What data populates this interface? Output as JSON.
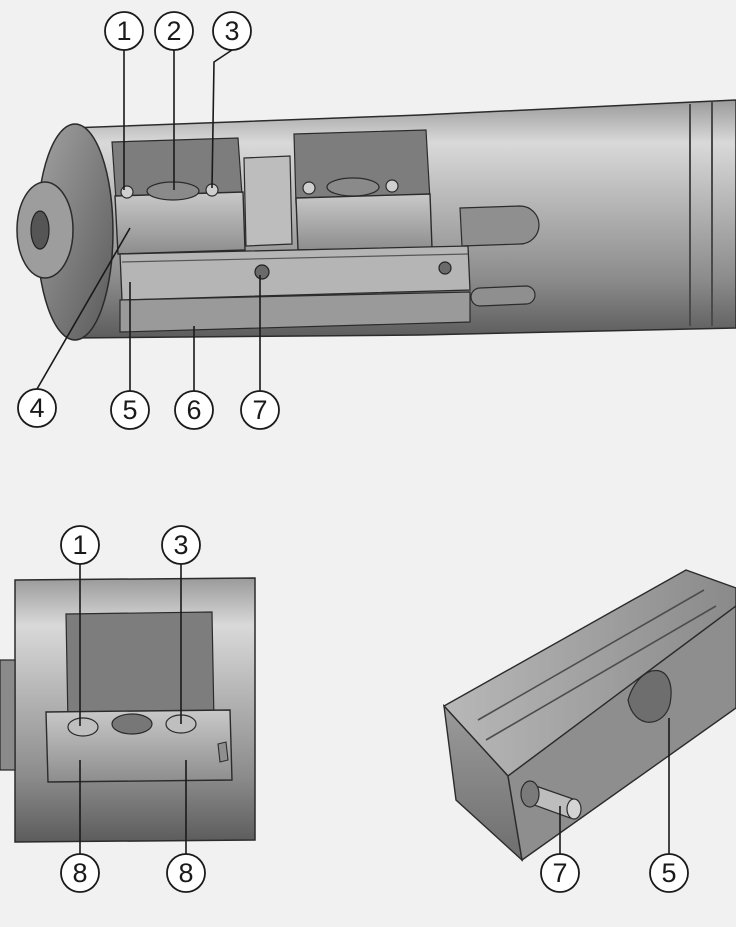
{
  "figure": {
    "views": [
      {
        "id": "assembly",
        "callouts": [
          {
            "label": "1"
          },
          {
            "label": "2"
          },
          {
            "label": "3"
          },
          {
            "label": "4"
          },
          {
            "label": "5"
          },
          {
            "label": "6"
          },
          {
            "label": "7"
          }
        ]
      },
      {
        "id": "detail",
        "callouts": [
          {
            "label": "1"
          },
          {
            "label": "3"
          },
          {
            "label": "8"
          },
          {
            "label": "8"
          }
        ]
      },
      {
        "id": "insert",
        "callouts": [
          {
            "label": "7"
          },
          {
            "label": "5"
          }
        ]
      }
    ]
  },
  "colors": {
    "background": "#f1f1f1",
    "metal_light": "#d8d8d8",
    "metal_mid": "#a9a9a9",
    "metal_dark": "#6e6e6e",
    "edge": "#2b2b2b",
    "callout_stroke": "#1a1a1a",
    "callout_fill": "#ffffff"
  }
}
